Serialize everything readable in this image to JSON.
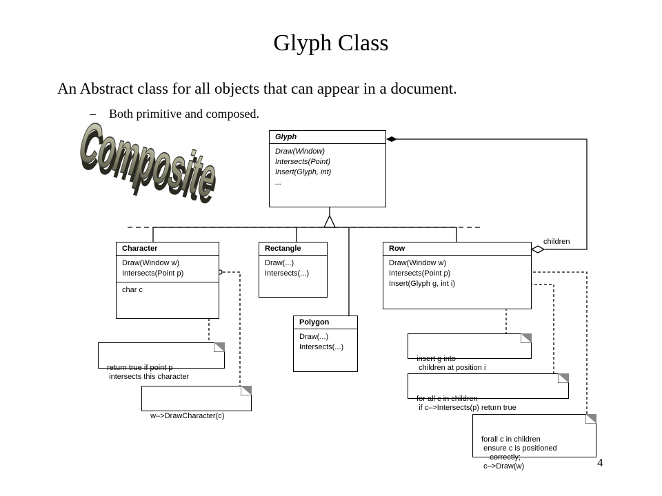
{
  "slide": {
    "title": "Glyph  Class",
    "bullet1": "An Abstract class for all objects that can appear in a document.",
    "bullet2_dash": "–",
    "bullet2": "Both primitive and composed.",
    "page_number": "4",
    "wordart": "Composite"
  },
  "diagram": {
    "glyph": {
      "name": "Glyph",
      "methods": [
        "Draw(Window)",
        "Intersects(Point)",
        "Insert(Glyph, int)",
        "..."
      ]
    },
    "character": {
      "name": "Character",
      "methods": [
        "Draw(Window w)",
        "Intersects(Point p)"
      ],
      "attributes": [
        "char c"
      ]
    },
    "rectangle": {
      "name": "Rectangle",
      "methods": [
        "Draw(...)",
        "Intersects(...)"
      ]
    },
    "polygon": {
      "name": "Polygon",
      "methods": [
        "Draw(...)",
        "Intersects(...)"
      ]
    },
    "row": {
      "name": "Row",
      "methods": [
        "Draw(Window w)",
        "Intersects(Point p)",
        "Insert(Glyph g, int i)"
      ]
    },
    "children_label": "children",
    "notes": {
      "char_intersects": "return true if point p\n   intersects this character",
      "char_draw": "w–>DrawCharacter(c)",
      "row_insert": "insert g into\n   children at position i",
      "row_intersects": "for all c in children\n   if c–>Intersects(p) return true",
      "row_draw": "forall c in children\n   ensure c is positioned\n      correctly;\n   c–>Draw(w)"
    }
  }
}
